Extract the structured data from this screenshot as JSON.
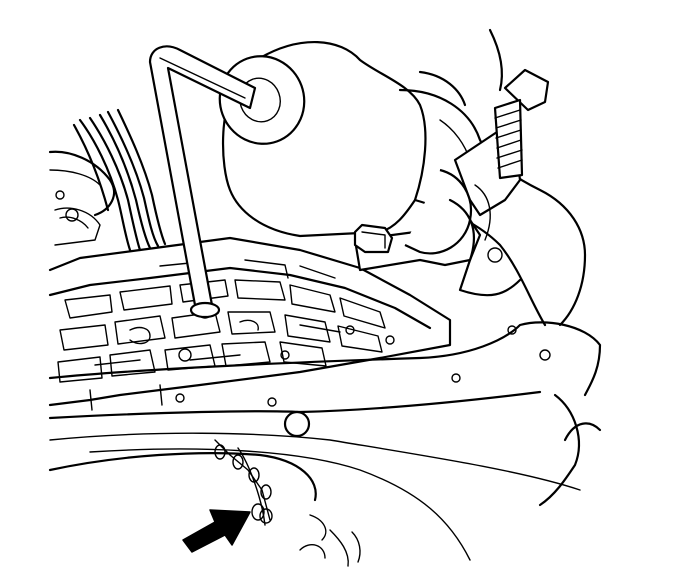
{
  "figure": {
    "kind": "technical line illustration",
    "depicts": [
      "valve-body",
      "solenoid-tool",
      "hex-key",
      "bolt",
      "gasket-plate",
      "check-ball",
      "pointer-arrow"
    ],
    "colors": {
      "line": "#000000",
      "background": "#ffffff"
    }
  }
}
